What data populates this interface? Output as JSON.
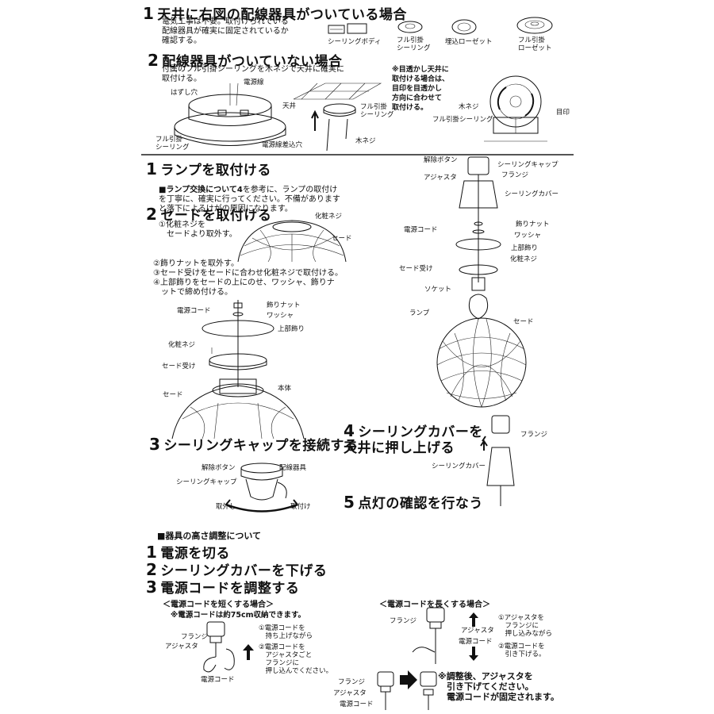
{
  "sec_top": {
    "step1": {
      "num": "1",
      "title": "天井に右図の配線器具がついている場合",
      "body": "電気工事は不要。取付けられている\n配線器具が確実に固定されているか\n確認する。"
    },
    "devices": [
      "シーリングボディ",
      "フル引掛\nシーリング",
      "埋込ローゼット",
      "フル引掛\nローゼット"
    ],
    "step2": {
      "num": "2",
      "title": "配線器具がついていない場合",
      "body": "付属のフル引掛シーリングを木ネジで天井に確実に\n取付ける。"
    },
    "labels": {
      "hazushi": "はずし穴",
      "dengensen": "電源線",
      "tenjo": "天井",
      "full_ceiling": "フル引掛\nシーリング",
      "full_ceiling2": "フル引掛\nシーリング",
      "dengensen_sashikomi": "電源線差込穴",
      "mokuneji": "木ネジ",
      "mokuneji2": "木ネジ",
      "mejirushi": "目印",
      "full_ceiling3": "フル引掛シーリング"
    },
    "note": "※目透かし天井に\n取付ける場合は、\n目印を目透かし\n方向に合わせて\n取付ける。"
  },
  "sec_mid": {
    "s1": {
      "num": "1",
      "title": "ランプを取付ける",
      "body_bold": "■ランプ交換について4",
      "body": "を参考に、ランプの取付け\nを丁寧に、確実に行ってください。不備があります\nと落下によるけがの原因になります。"
    },
    "s2": {
      "num": "2",
      "title": "セードを取付ける",
      "sub1": "①化粧ネジを\n　セードより取外す。",
      "sub2": "②飾りナットを取外す。\n③セード受けをセードに合わせ化粧ネジで取付ける。\n④上部飾りをセードの上にのせ、ワッシャ、飾りナ\n　ットで締め付ける。"
    },
    "s3": {
      "num": "3",
      "title": "シーリングキャップを接続する"
    },
    "s4": {
      "num": "4",
      "title": "シーリングカバーを\n天井に押し上げる"
    },
    "s5": {
      "num": "5",
      "title": "点灯の確認を行なう"
    },
    "left_labels": {
      "keshoneji": "化粧ネジ",
      "shade": "セード",
      "dengen_cord": "電源コード",
      "kazari_nut": "飾りナット",
      "washer": "ワッシャ",
      "jobu_kazari": "上部飾り",
      "keshoneji2": "化粧ネジ",
      "shade_uke": "セード受け",
      "shade2": "セード",
      "hontai": "本体",
      "kaijo_button": "解除ボタン",
      "haisen_kigu": "配線器具",
      "ceiling_cap": "シーリングキャップ",
      "torihazushi": "取外し",
      "toritsuke": "取付け"
    },
    "right_labels": {
      "kaijo_button": "解除ボタン",
      "ceiling_cap": "シーリングキャップ",
      "adjuster": "アジャスタ",
      "flange": "フランジ",
      "ceiling_cover": "シーリングカバー",
      "kazari_nut": "飾りナット",
      "dengen_cord": "電源コード",
      "washer": "ワッシャ",
      "jobu_kazari": "上部飾り",
      "keshoneji": "化粧ネジ",
      "shade_uke": "セード受け",
      "socket": "ソケット",
      "lamp": "ランプ",
      "shade": "セード",
      "flange2": "フランジ",
      "ceiling_cover2": "シーリングカバー"
    }
  },
  "sec_bottom": {
    "header": "■器具の高さ調整について",
    "steps": [
      {
        "num": "1",
        "title": "電源を切る"
      },
      {
        "num": "2",
        "title": "シーリングカバーを下げる"
      },
      {
        "num": "3",
        "title": "電源コードを調整する"
      }
    ],
    "short": {
      "title": "＜電源コードを短くする場合＞",
      "note": "※電源コードは約75cm収納できます。",
      "flange": "フランジ",
      "adjuster": "アジャスタ",
      "cord": "電源コード",
      "inst1": "①電源コードを\n　持ち上げながら",
      "inst2": "②電源コードを\n　アジャスタごと\n　フランジに\n　押し込んでください。"
    },
    "long": {
      "title": "＜電源コードを長くする場合＞",
      "flange": "フランジ",
      "adjuster": "アジャスタ",
      "cord": "電源コード",
      "inst1": "①アジャスタを\n　フランジに\n　押し込みながら",
      "inst2": "②電源コードを\n　引き下げる。",
      "flange2": "フランジ",
      "adjuster2": "アジャスタ",
      "cord2": "電源コード",
      "final_note": "※調整後、アジャスタを\n　引き下げてください。\n　電源コードが固定されます。"
    }
  }
}
